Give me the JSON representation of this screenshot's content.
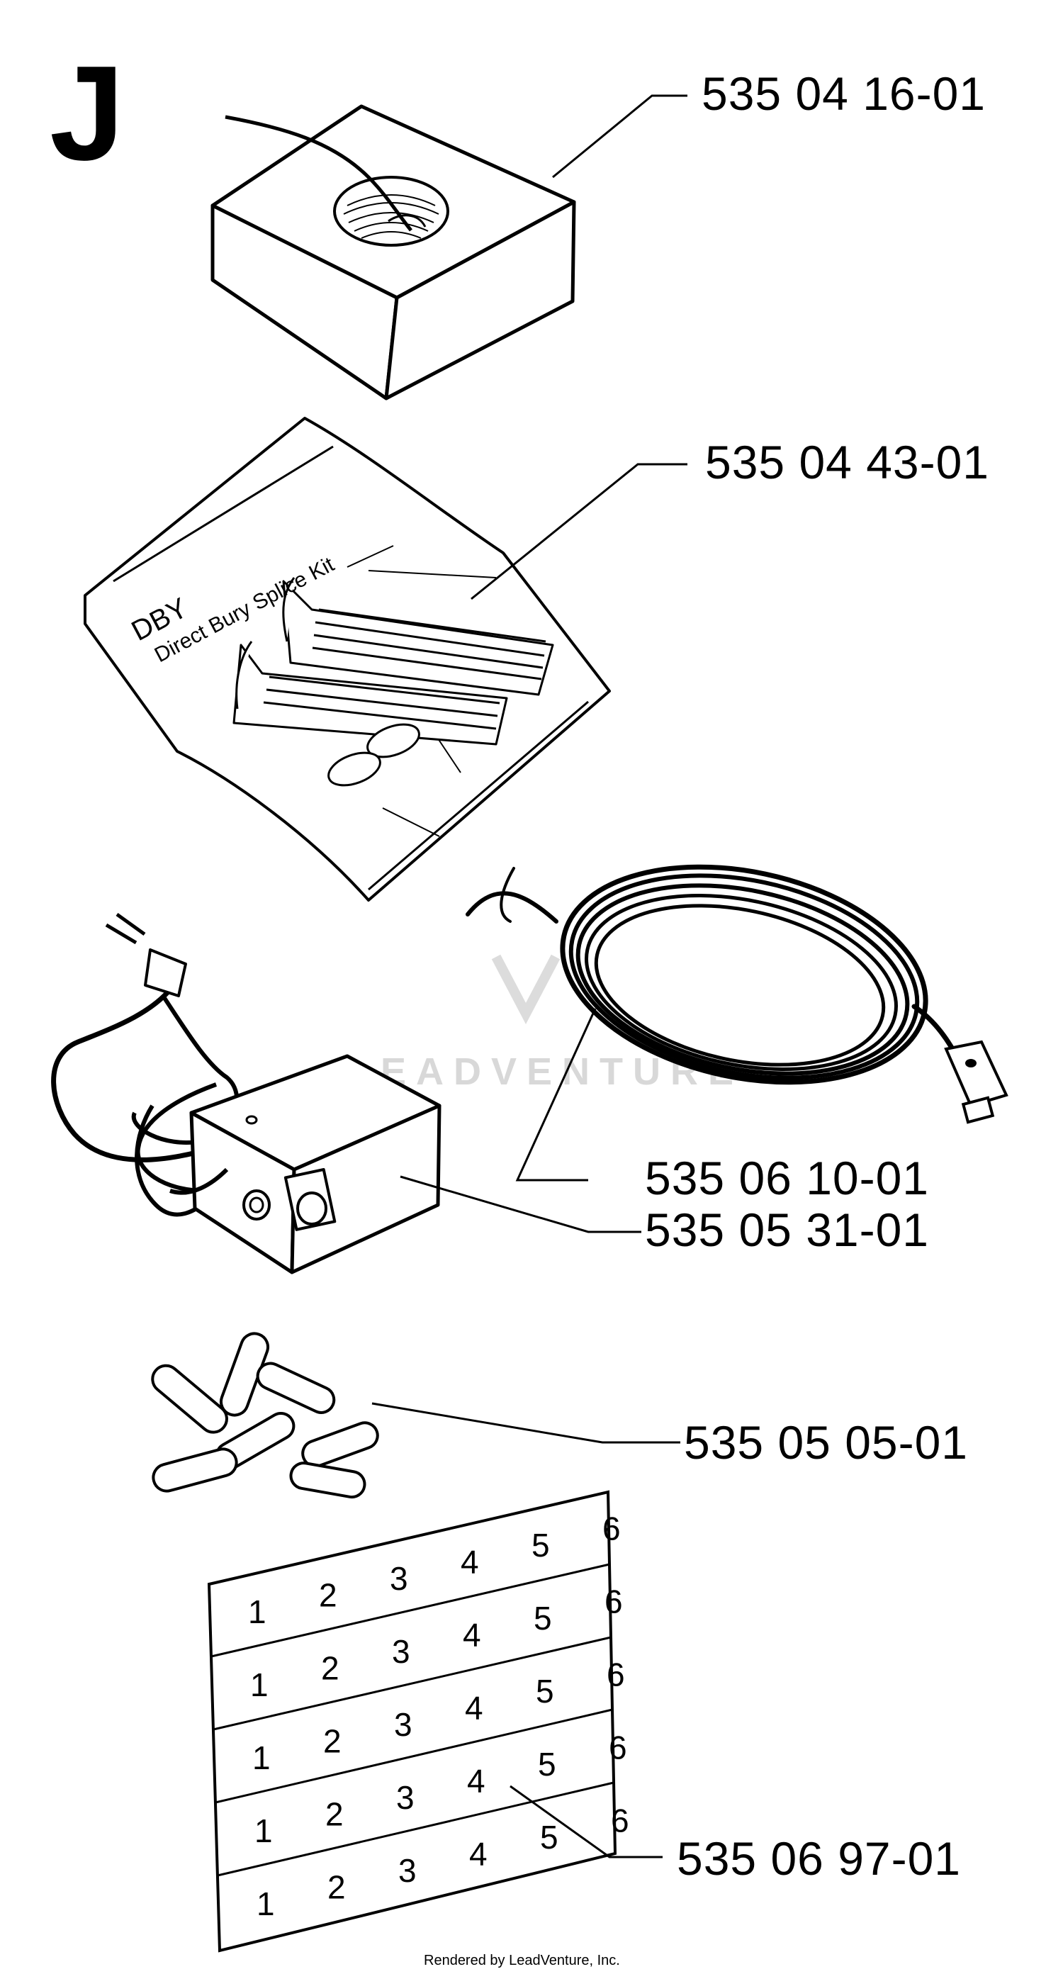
{
  "section_letter": "J",
  "parts": [
    {
      "id": "coil",
      "part_number": "535 04 16-01"
    },
    {
      "id": "splice-kit",
      "part_number": "535 04 43-01"
    },
    {
      "id": "cable",
      "part_number": "535 06 10-01"
    },
    {
      "id": "power-box",
      "part_number": "535 05 31-01"
    },
    {
      "id": "pegs",
      "part_number": "535 05 05-01"
    },
    {
      "id": "labels",
      "part_number": "535 06 97-01"
    }
  ],
  "splice_kit_text": {
    "line1": "DBY",
    "line2": "Direct Bury Splice Kit"
  },
  "label_sheet_numbers": [
    "1",
    "2",
    "3",
    "4",
    "5",
    "6"
  ],
  "watermark": "LEADVENTURE",
  "footer": "Rendered by LeadVenture, Inc."
}
